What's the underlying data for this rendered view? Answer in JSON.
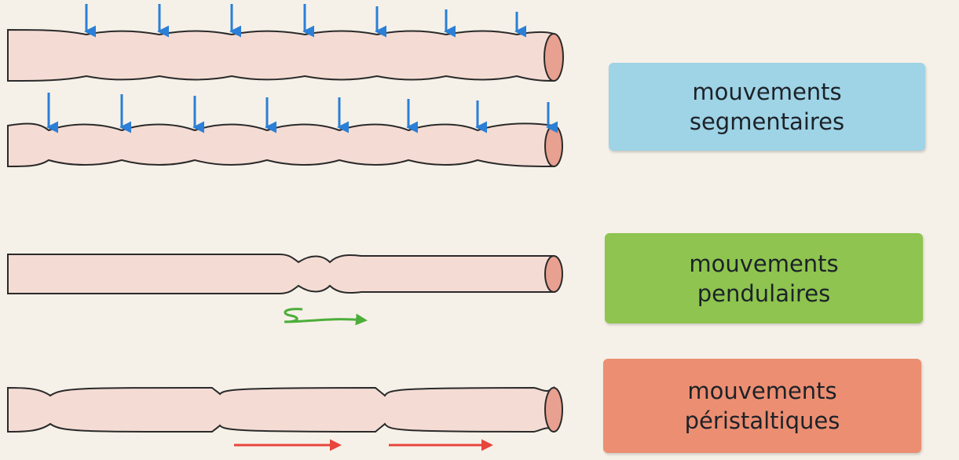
{
  "colors": {
    "background": "#f6f1e8",
    "tube_fill": "#f4dcd4",
    "tube_outline": "#2a2a2a",
    "tube_opening": "#e8a090",
    "arrow_blue": "#2b7fd6",
    "arrow_green": "#4cae3a",
    "arrow_red": "#e8453c",
    "box_segmentaires": "#9fd3e6",
    "box_pendulaires": "#8ec44f",
    "box_peristaltiques": "#ec8e72"
  },
  "labels": {
    "segmentaires": {
      "line1": "mouvements",
      "line2": "segmentaires"
    },
    "pendulaires": {
      "line1": "mouvements",
      "line2": "pendulaires"
    },
    "peristaltiques": {
      "line1": "mouvements",
      "line2": "péristaltiques"
    }
  }
}
